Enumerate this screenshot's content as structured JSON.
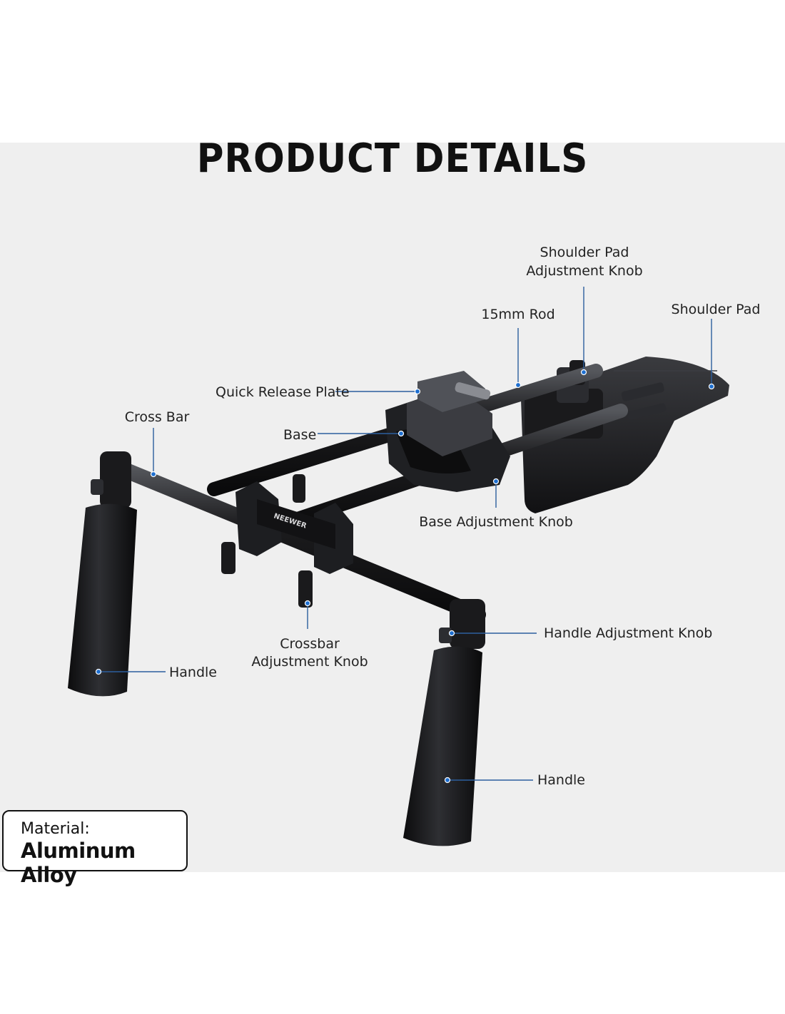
{
  "title": "PRODUCT DETAILS",
  "callouts": {
    "shoulder_pad_knob_line1": "Shoulder Pad",
    "shoulder_pad_knob_line2": "Adjustment Knob",
    "rod_15mm": "15mm Rod",
    "shoulder_pad": "Shoulder Pad",
    "quick_release_plate": "Quick Release Plate",
    "cross_bar": "Cross Bar",
    "base": "Base",
    "base_adjustment_knob": "Base Adjustment Knob",
    "crossbar_knob_line1": "Crossbar",
    "crossbar_knob_line2": "Adjustment Knob",
    "handle_adjustment_knob": "Handle Adjustment Knob",
    "handle_left": "Handle",
    "handle_right": "Handle"
  },
  "brand_marking": "NEEWER",
  "material": {
    "label": "Material:",
    "value": "Aluminum Alloy"
  },
  "colors": {
    "panel_bg": "#efefef",
    "metal": "#1c1c1e",
    "callout_dot": "#1e6fd0",
    "callout_line": "#2c5f9e"
  }
}
